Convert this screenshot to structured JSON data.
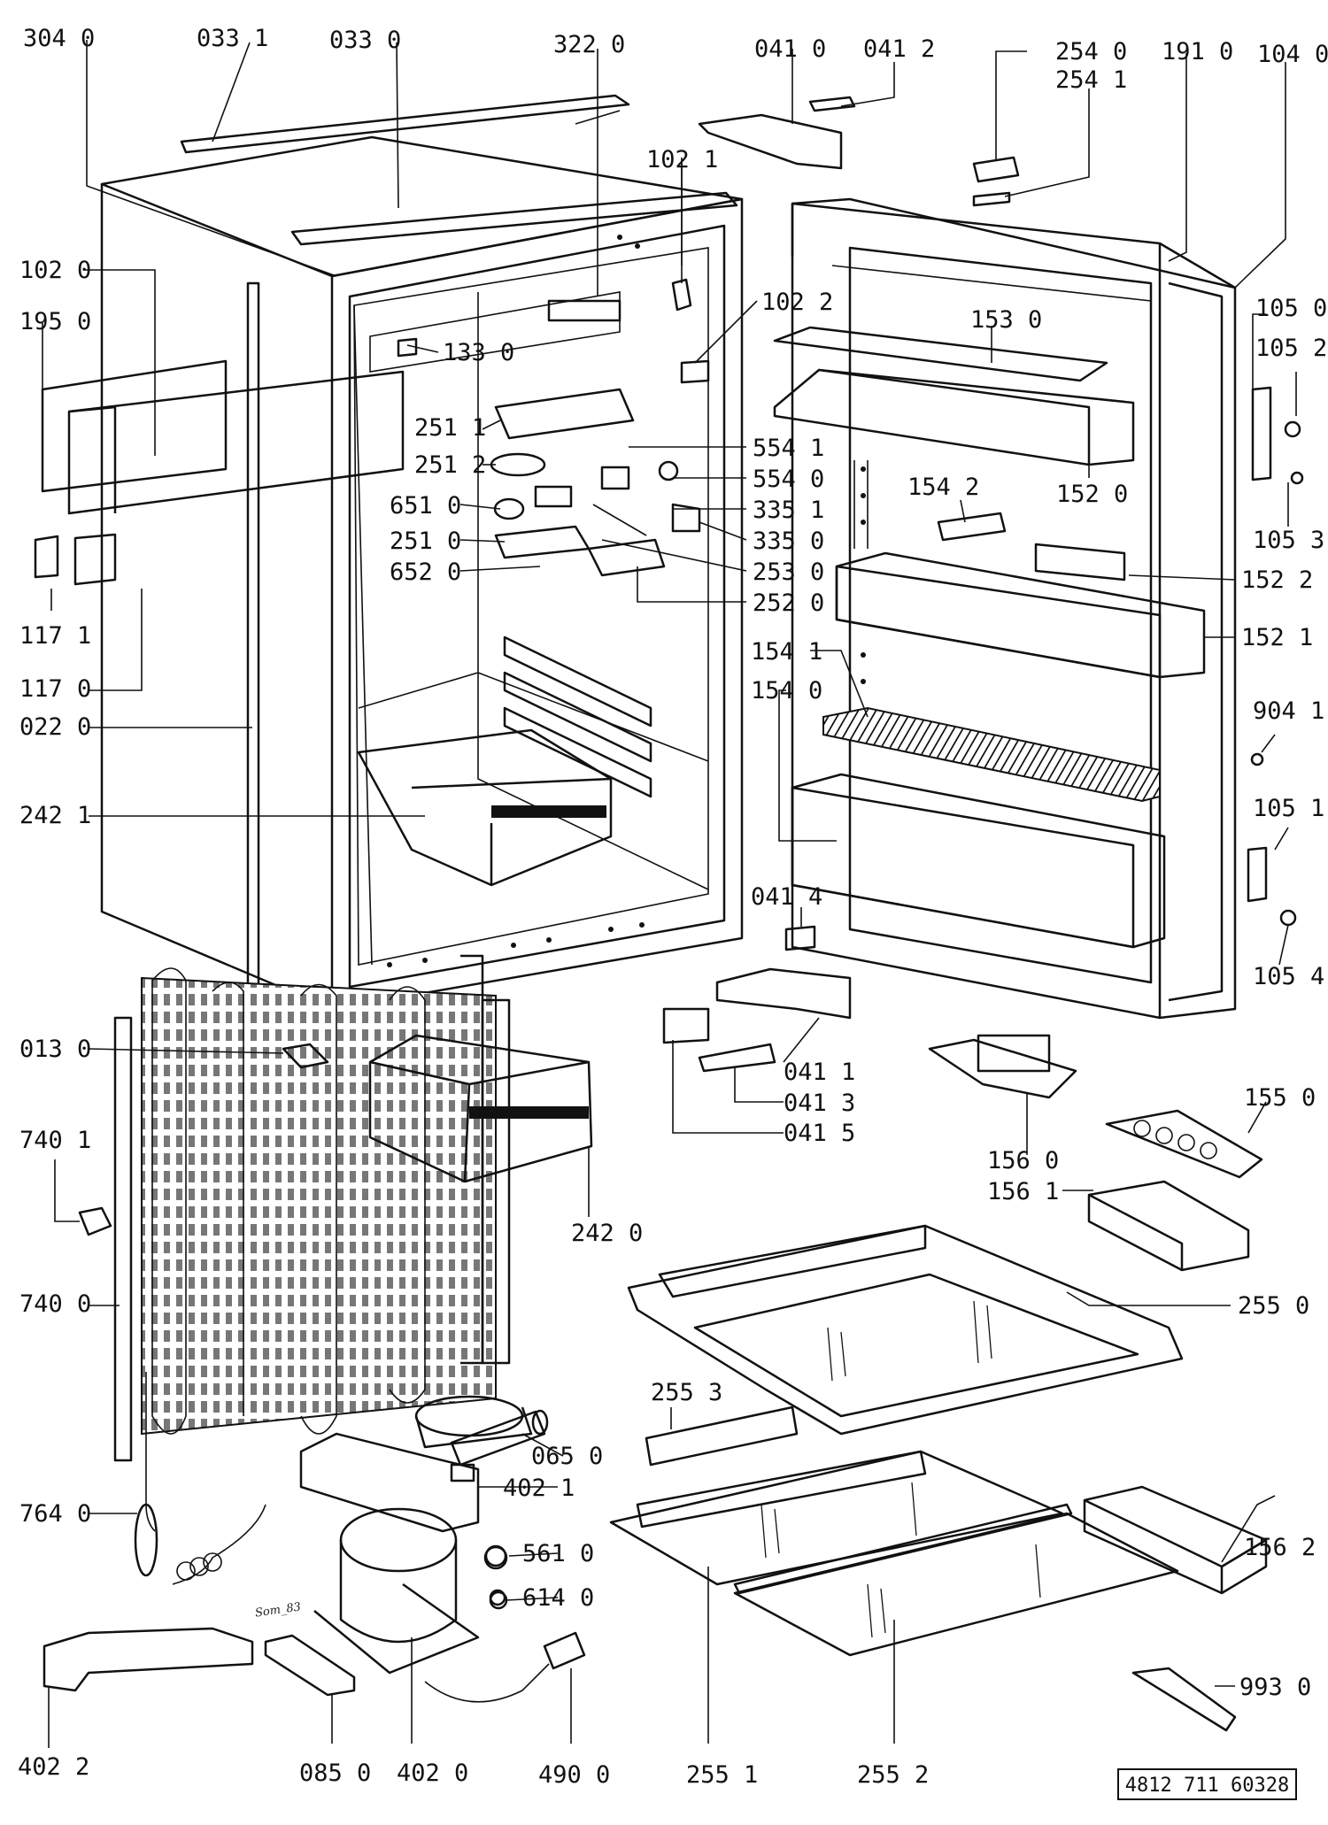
{
  "document_number": "4812 711 60328",
  "signature": "Som_83",
  "labels": {
    "p3040": "304 0",
    "p0331": "033 1",
    "p0330": "033 0",
    "p3220": "322 0",
    "p0410": "041 0",
    "p0412": "041 2",
    "p2540": "254 0",
    "p2541": "254 1",
    "p1910": "191 0",
    "p1040": "104 0",
    "p1021": "102 1",
    "p1020": "102 0",
    "p1950": "195 0",
    "p1022": "102 2",
    "p1050": "105 0",
    "p1052": "105 2",
    "p1530": "153 0",
    "p1330": "133 0",
    "p2511": "251 1",
    "p2512": "251 2",
    "p5541": "554 1",
    "p5540": "554 0",
    "p6510": "651 0",
    "p3351": "335 1",
    "p3350": "335 0",
    "p2510": "251 0",
    "p6520": "652 0",
    "p2530": "253 0",
    "p2520": "252 0",
    "p1542": "154 2",
    "p1520": "152 0",
    "p1053": "105 3",
    "p1522": "152 2",
    "p1521": "152 1",
    "p1171": "117 1",
    "p1170": "117 0",
    "p1541": "154 1",
    "p1540": "154 0",
    "p9041": "904 1",
    "p0220": "022 0",
    "p1051": "105 1",
    "p2421": "242 1",
    "p0414": "041 4",
    "p1054": "105 4",
    "p0130": "013 0",
    "p0411": "041 1",
    "p0413": "041 3",
    "p0415": "041 5",
    "p1550": "155 0",
    "p1560": "156 0",
    "p1561": "156 1",
    "p7401": "740 1",
    "p2420": "242 0",
    "p7400": "740 0",
    "p2550": "255 0",
    "p2553": "255 3",
    "p0650": "065 0",
    "p4021": "402 1",
    "p7640": "764 0",
    "p5610": "561 0",
    "p1562": "156 2",
    "p6140": "614 0",
    "p9930": "993 0",
    "p4022": "402 2",
    "p0850": "085 0",
    "p4020": "402 0",
    "p4900": "490 0",
    "p2551": "255 1",
    "p2552": "255 2"
  }
}
